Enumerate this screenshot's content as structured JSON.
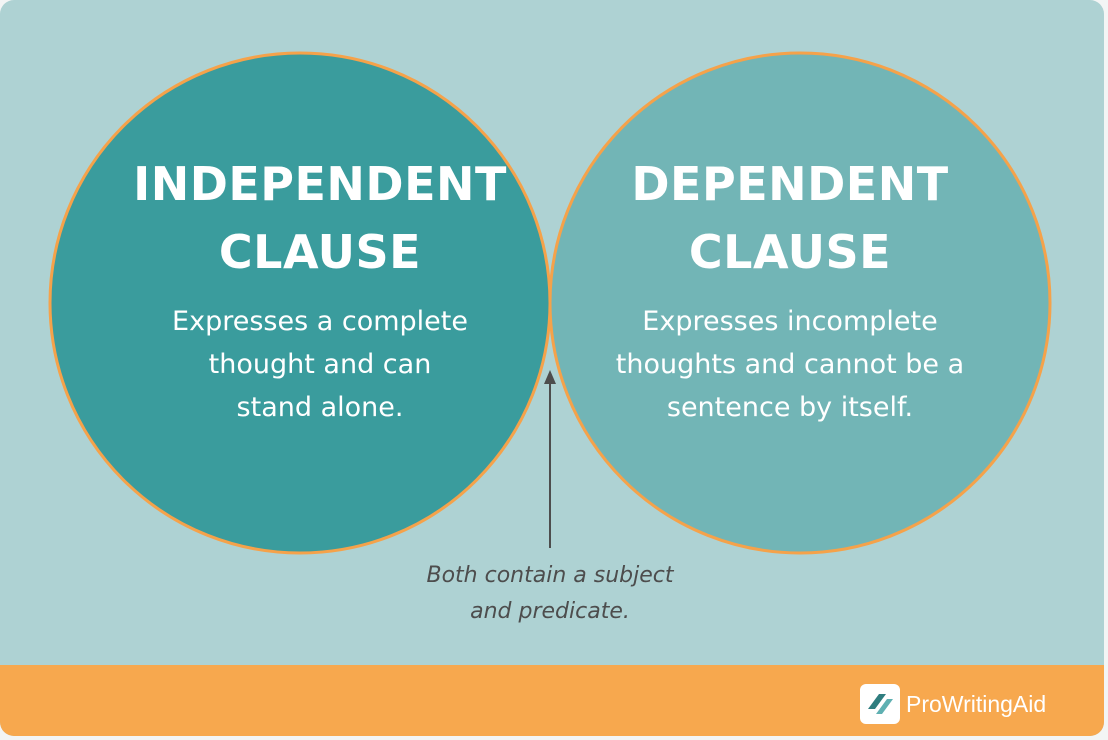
{
  "colors": {
    "background": "#aed2d3",
    "left_circle": "#3a9c9d",
    "right_circle": "#72b5b6",
    "overlap": "#2f8b8e",
    "outline": "#f5a24a",
    "footer": "#f7a84e",
    "text": "#ffffff",
    "annotation": "#4d4d4d"
  },
  "left": {
    "title_line1": "INDEPENDENT",
    "title_line2": "CLAUSE",
    "desc_line1": "Expresses a complete",
    "desc_line2": "thought and can",
    "desc_line3": "stand alone."
  },
  "right": {
    "title_line1": "DEPENDENT",
    "title_line2": "CLAUSE",
    "desc_line1": "Expresses incomplete",
    "desc_line2": "thoughts and cannot be a",
    "desc_line3": "sentence by itself."
  },
  "overlap": {
    "note_line1": "Both contain a subject",
    "note_line2": "and predicate."
  },
  "footer": {
    "logo_icon": "prowritingaid-logo-icon",
    "brand": "ProWritingAid"
  }
}
